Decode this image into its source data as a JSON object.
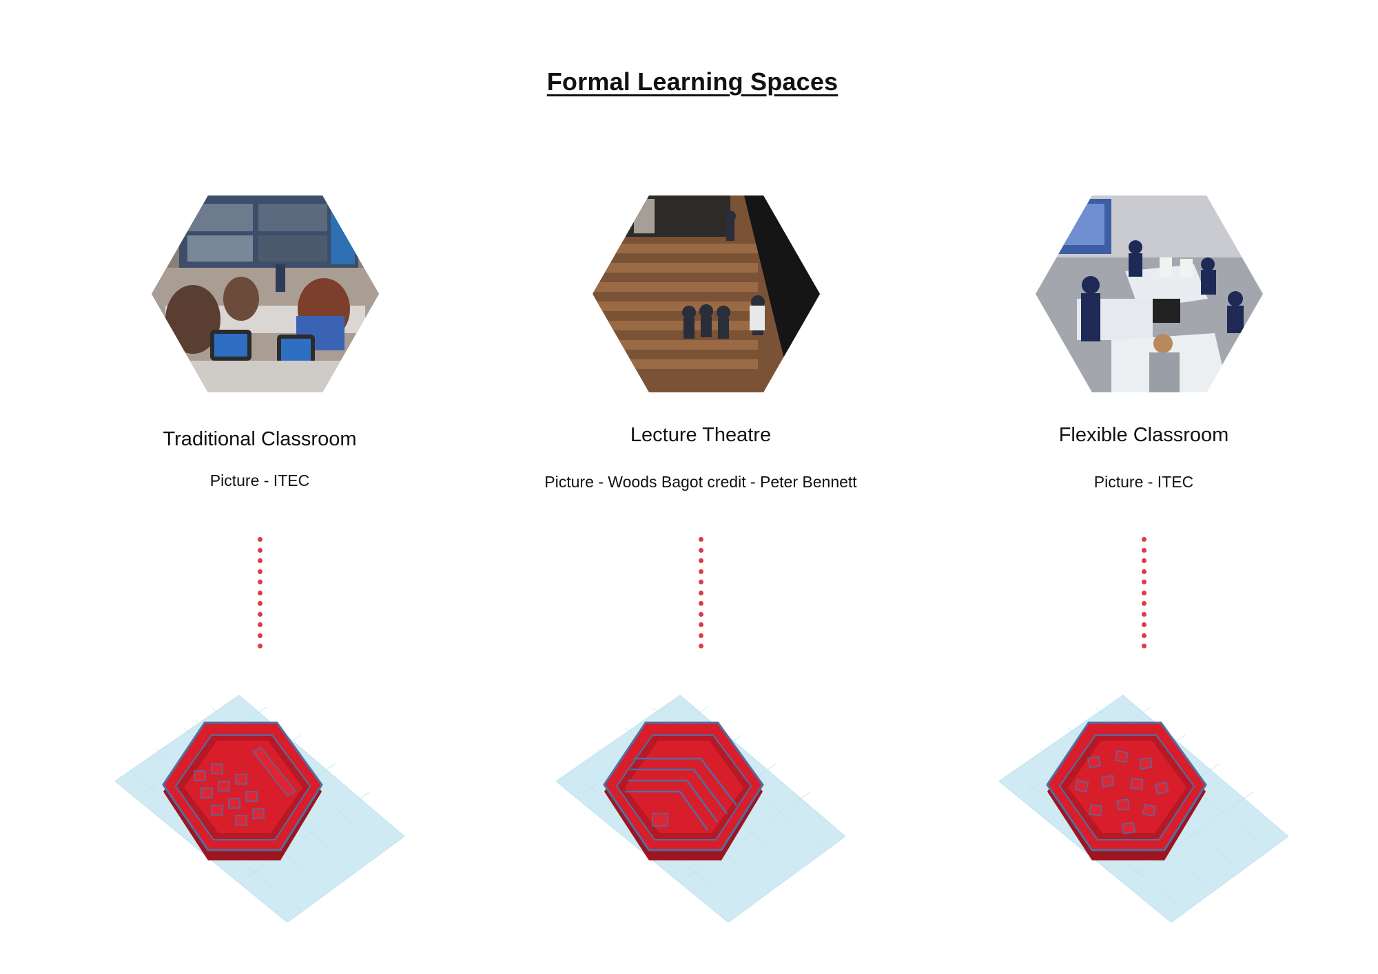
{
  "title": "Formal Learning Spaces",
  "colors": {
    "accent_dots": "#e03a42",
    "model_red": "#d91e2b",
    "model_dark_red": "#9e1520",
    "model_outline": "#4f6fa3",
    "grid": "#bfe3ef"
  },
  "cards": [
    {
      "title": "Traditional Classroom",
      "credit": "Picture - ITEC",
      "photo_icon": "classroom-photo",
      "model_icon": "hexagon-classroom-model"
    },
    {
      "title": "Lecture Theatre",
      "credit": "Picture - Woods Bagot credit - Peter Bennett",
      "photo_icon": "lecture-theatre-photo",
      "model_icon": "hexagon-lecture-theatre-model"
    },
    {
      "title": "Flexible Classroom",
      "credit": "Picture - ITEC",
      "photo_icon": "flexible-classroom-photo",
      "model_icon": "hexagon-flexible-classroom-model"
    }
  ]
}
